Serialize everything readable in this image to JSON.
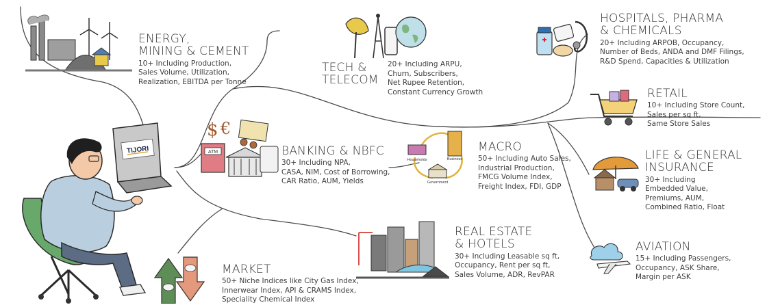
{
  "laptop_brand": "TIJORI",
  "sectors": {
    "energy": {
      "title_lines": [
        "ENERGY,",
        "MINING & CEMENT"
      ],
      "desc_lines": [
        "10+ Including Production,",
        "Sales Volume, Utilization,",
        "Realization, EBITDA per Tonne"
      ],
      "icon": "factory-wind-turbines-icon"
    },
    "tech": {
      "title_lines": [
        "TECH &",
        "TELECOM"
      ],
      "desc_lines": [
        "20+ Including ARPU,",
        "Churn, Subscribers,",
        "Net Rupee Retention,",
        "Constant Currency Growth"
      ],
      "icon": "satellite-dish-globe-phone-icon"
    },
    "hospitals": {
      "title_lines": [
        "HOSPITALS, PHARMA",
        "& CHEMICALS"
      ],
      "desc_lines": [
        "20+ Including ARPOB, Occupancy,",
        "Number of Beds, ANDA and DMF Filings,",
        "R&D Spend, Capacities & Utilization"
      ],
      "icon": "medicine-stethoscope-icon"
    },
    "retail": {
      "title_lines": [
        "RETAIL"
      ],
      "desc_lines": [
        "10+ Including Store Count,",
        "Sales per sq ft,",
        "Same Store Sales"
      ],
      "icon": "shopping-cart-icon"
    },
    "banking": {
      "title_lines": [
        "BANKING & NBFC"
      ],
      "desc_lines": [
        "30+ Including NPA,",
        "CASA, NIM, Cost of Borrowing,",
        "CAR Ratio, AUM, Yields"
      ],
      "icon": "atm-bank-currency-icon",
      "atm_label": "ATM"
    },
    "macro": {
      "title_lines": [
        "MACRO"
      ],
      "desc_lines": [
        "50+ Including Auto Sales,",
        "Industrial Production,",
        "FMCG Volume Index,",
        "Freight Index, FDI, GDP"
      ],
      "icon": "economy-cycle-icon",
      "cycle_labels": [
        "Households",
        "Business",
        "Government"
      ]
    },
    "insurance": {
      "title_lines": [
        "LIFE & GENERAL",
        "INSURANCE"
      ],
      "desc_lines": [
        "30+ Including",
        "Embedded Value,",
        "Premiums, AUM,",
        "Combined Ratio, Float"
      ],
      "icon": "umbrella-house-car-icon"
    },
    "realestate": {
      "title_lines": [
        "REAL ESTATE",
        "& HOTELS"
      ],
      "desc_lines": [
        "30+ Including Leasable sq ft,",
        "Occupancy, Rent per sq ft,",
        "Sales Volume, ADR, RevPAR"
      ],
      "icon": "city-buildings-icon"
    },
    "aviation": {
      "title_lines": [
        "AVIATION"
      ],
      "desc_lines": [
        "15+ Including Passengers,",
        "Occupancy, ASK Share,",
        "Margin per ASK"
      ],
      "icon": "airplane-cloud-icon"
    },
    "market": {
      "title_lines": [
        "MARKET"
      ],
      "desc_lines": [
        "50+ Niche Indices like City Gas Index,",
        "Innerwear Index, API & CRAMS Index,",
        "Speciality Chemical Index"
      ],
      "icon": "bull-bear-arrows-icon"
    }
  },
  "colors": {
    "text": "#333333",
    "line": "#4a4a4a",
    "shirt": "#b9cfe0",
    "chair": "#69a86b",
    "arrow_up": "#5f8d58",
    "arrow_down": "#e4987c"
  }
}
